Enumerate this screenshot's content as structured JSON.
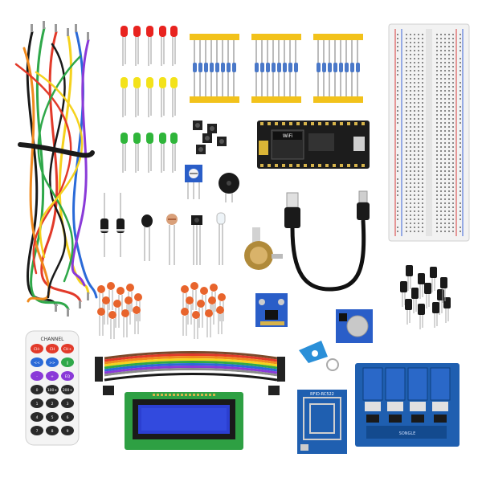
{
  "image": {
    "background": "#ffffff",
    "colors": {
      "led_red": "#e8231f",
      "led_yellow": "#f3e21a",
      "led_green": "#2fb53a",
      "resistor_tape": "#f2c21b",
      "breadboard": "#f2f2f2",
      "breadboard_red_rail": "#d83a3a",
      "breadboard_blue_rail": "#3a62d8",
      "nodemcu_board": "#1c1c1c",
      "relay_board": "#1f5fb0",
      "relay_block": "#2a68c8",
      "lcd_pcb": "#2ea043",
      "lcd_screen": "#2b3fd1",
      "rfid_board": "#1f5fb0",
      "keyfob": "#2a8fd8",
      "capacitor_ceramic": "#e8642c",
      "electrolytic_cap": "#1a1a1a",
      "ribbon_cable": [
        "#7a4a2a",
        "#e23a2a",
        "#f08a1e",
        "#f5d21e",
        "#2fa84a",
        "#2a6ad8",
        "#8a3ad8",
        "#8a8a8a",
        "#ffffff",
        "#1a1a1a"
      ],
      "remote_body": "#f4f4f4"
    },
    "labels": {
      "remote_header": "CHANNEL",
      "remote_keys": [
        "CH-",
        "CH",
        "CH+",
        "<<",
        ">>",
        "||",
        "-",
        "+",
        "EQ",
        "0",
        "100+",
        "200+",
        "1",
        "2",
        "3",
        "4",
        "5",
        "6",
        "7",
        "8",
        "9"
      ],
      "nodemcu_chip": "WiFi",
      "rfid_chip": "RFID-RC522",
      "relay_brand": "SONGLE"
    },
    "icons": [
      "jumper-wires-icon",
      "led-icon",
      "resistor-icon",
      "breadboard-icon",
      "tactile-button-icon",
      "potentiometer-icon",
      "buzzer-icon",
      "nodemcu-board-icon",
      "usb-cable-icon",
      "diode-icon",
      "thermistor-icon",
      "ldr-icon",
      "ir-receiver-icon",
      "ir-led-icon",
      "rotary-potentiometer-icon",
      "ceramic-capacitor-icon",
      "sensor-module-icon",
      "rtc-module-icon",
      "electrolytic-capacitor-icon",
      "ir-remote-icon",
      "ribbon-cable-icon",
      "lcd-display-icon",
      "rfid-reader-icon",
      "rfid-keyfob-icon",
      "relay-module-icon"
    ]
  }
}
